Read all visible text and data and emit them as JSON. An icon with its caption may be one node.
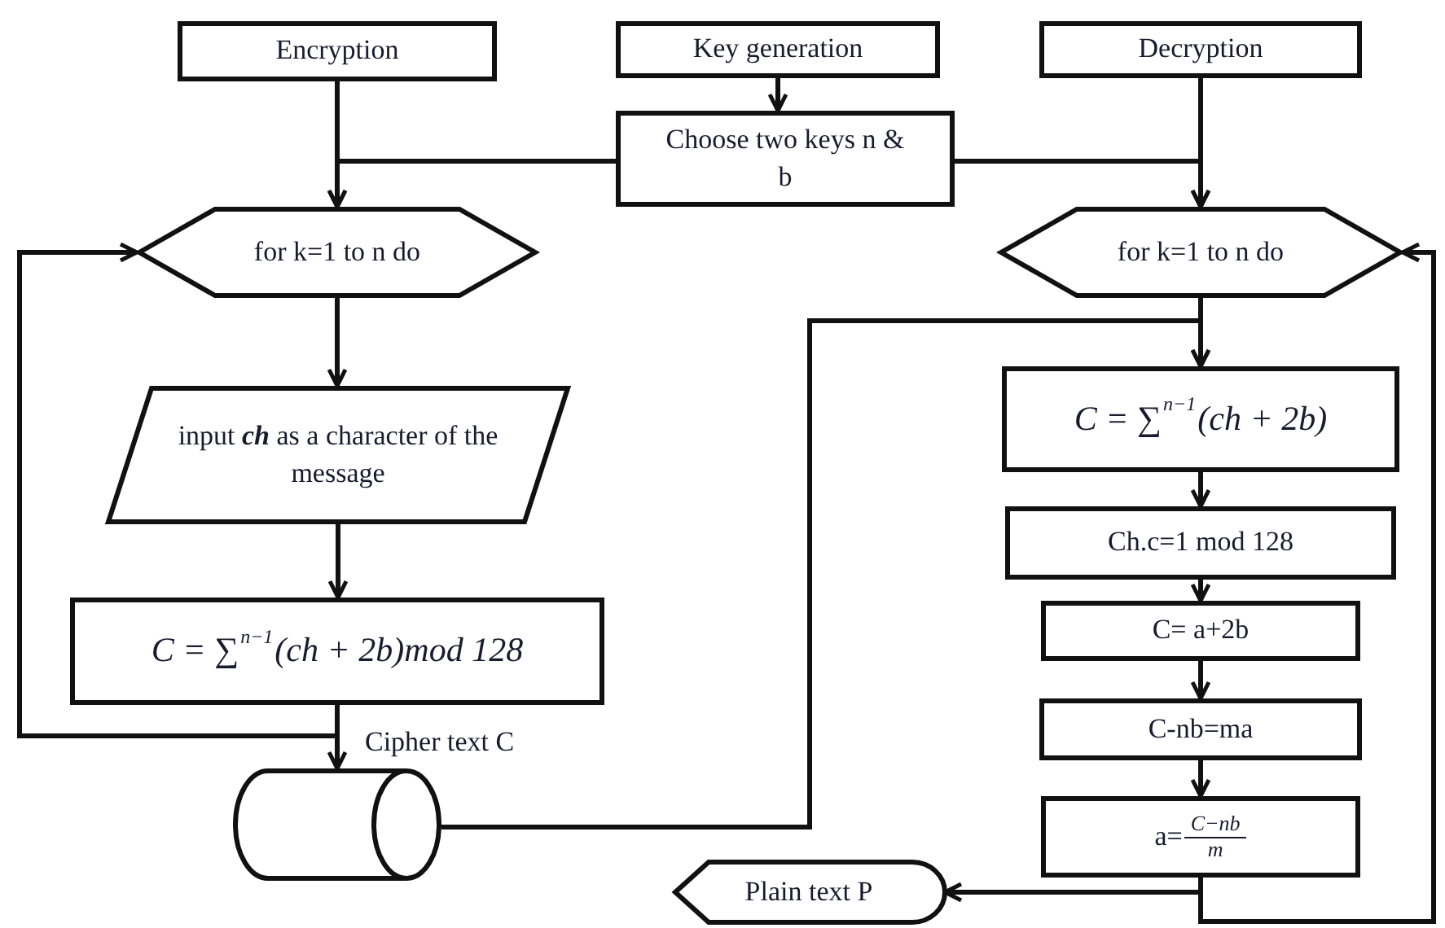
{
  "diagram": {
    "nodes": [
      {
        "text": [
          "Encryption"
        ]
      },
      {
        "text": [
          "Key generation"
        ]
      },
      {
        "text": [
          "Decryption"
        ]
      },
      {
        "text": [
          "Choose two keys n & b"
        ]
      },
      {
        "text": [
          "for k=1 to n do"
        ]
      },
      {
        "text": [
          "input **ch** as a character of the message"
        ]
      },
      {
        "text": [
          "C = ∑$^{n−1}$(ch + 2b)mod 128"
        ]
      },
      {
        "text": [],
        "shape": "cylinder",
        "beside": [
          "Cipher text C"
        ]
      },
      {
        "text": [
          "for k=1 to n do"
        ]
      },
      {
        "text": [
          "C = ∑$^{n−1}$(ch + 2b)"
        ]
      },
      {
        "text": [
          "Ch.c=1 mod 128"
        ]
      },
      {
        "text": [
          "C= a+2b"
        ]
      },
      {
        "text": [
          "C-nb=ma"
        ]
      },
      {
        "text": [
          "a=",
          "C−nb",
          "m"
        ]
      },
      {
        "text": [
          "Plain text P"
        ]
      }
    ],
    "edges": [
      {
        "from": 0,
        "to": 4,
        "arrow": "to"
      },
      {
        "from": 1,
        "to": 3,
        "arrow": "to"
      },
      {
        "from": 3,
        "to": 4,
        "arrow": "to"
      },
      {
        "from": 3,
        "to": 8,
        "arrow": "to"
      },
      {
        "from": 2,
        "to": 8,
        "arrow": "to"
      },
      {
        "from": 4,
        "to": 5,
        "arrow": "to"
      },
      {
        "from": 5,
        "to": 6,
        "arrow": "to"
      },
      {
        "from": 6,
        "to": 7,
        "arrow": "to"
      },
      {
        "from": 6,
        "to": 4,
        "arrow": "to"
      },
      {
        "from": 7,
        "to": 9,
        "arrow": "to"
      },
      {
        "from": 8,
        "to": 9,
        "arrow": "to"
      },
      {
        "from": 9,
        "to": 10,
        "arrow": "to"
      },
      {
        "from": 10,
        "to": 11,
        "arrow": "to"
      },
      {
        "from": 11,
        "to": 12,
        "arrow": "to"
      },
      {
        "from": 12,
        "to": 13,
        "arrow": "to"
      },
      {
        "from": 13,
        "to": 14,
        "arrow": "to"
      },
      {
        "from": 13,
        "to": 8,
        "arrow": "to"
      }
    ]
  }
}
